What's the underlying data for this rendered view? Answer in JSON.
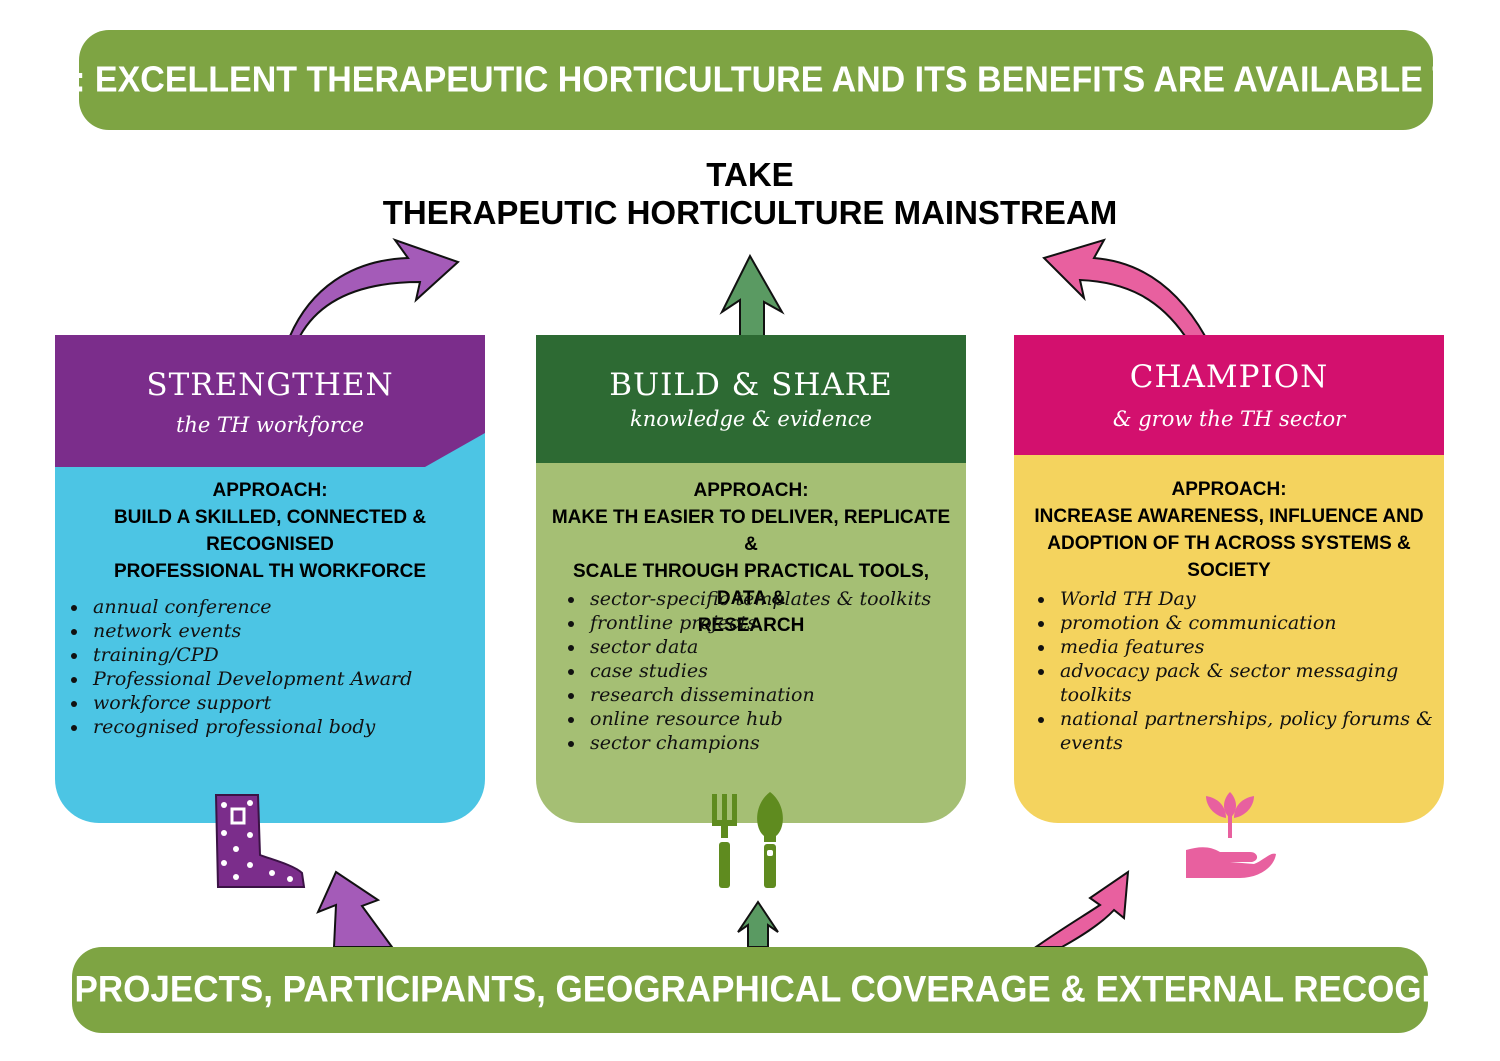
{
  "vision": "VISION: EXCELLENT THERAPEUTIC HORTICULTURE AND ITS BENEFITS ARE AVAILABLE TO ALL",
  "goal": {
    "line1": "TAKE",
    "line2": "THERAPEUTIC HORTICULTURE MAINSTREAM"
  },
  "outcome": "MORE PROJECTS, PARTICIPANTS, GEOGRAPHICAL COVERAGE & EXTERNAL RECOGNITION",
  "colors": {
    "banner": "#7ea443",
    "strengthen_header": "#7b2d8b",
    "strengthen_body": "#4cc5e4",
    "build_header": "#2d6a33",
    "build_body": "#a5bf74",
    "champion_header": "#d3106e",
    "champion_body": "#f4d35e",
    "arrow_purple": "#a45bb8",
    "arrow_green": "#5a9a62",
    "arrow_pink": "#e8609f"
  },
  "cards": [
    {
      "title": "STRENGTHEN",
      "subtitle": "the TH workforce",
      "approach_label": "APPROACH:",
      "approach_line1": "BUILD A SKILLED, CONNECTED &  RECOGNISED",
      "approach_line2": "PROFESSIONAL TH WORKFORCE",
      "items": [
        "annual conference",
        "network events",
        "training/CPD",
        "Professional Development Award",
        "workforce support",
        "recognised professional body"
      ],
      "icon": "wellington-boot-icon"
    },
    {
      "title": "BUILD & SHARE",
      "subtitle": "knowledge & evidence",
      "approach_label": "APPROACH:",
      "approach_line1": "MAKE TH EASIER TO DELIVER, REPLICATE &",
      "approach_line2": "SCALE THROUGH PRACTICAL TOOLS, DATA &",
      "approach_line3": "RESEARCH",
      "items": [
        "sector-specific templates & toolkits",
        "frontline projects",
        "sector data",
        "case studies",
        "research dissemination",
        "online resource hub",
        "sector champions"
      ],
      "icon": "garden-fork-trowel-icon"
    },
    {
      "title": "CHAMPION",
      "subtitle": "& grow the TH sector",
      "approach_label": "APPROACH:",
      "approach_line1": "INCREASE AWARENESS, INFLUENCE AND",
      "approach_line2": "ADOPTION OF TH ACROSS SYSTEMS & SOCIETY",
      "items": [
        "World TH Day",
        "promotion & communication",
        "media features",
        "advocacy pack & sector messaging toolkits",
        "national partnerships, policy forums & events"
      ],
      "icon": "hand-holding-plant-icon"
    }
  ]
}
